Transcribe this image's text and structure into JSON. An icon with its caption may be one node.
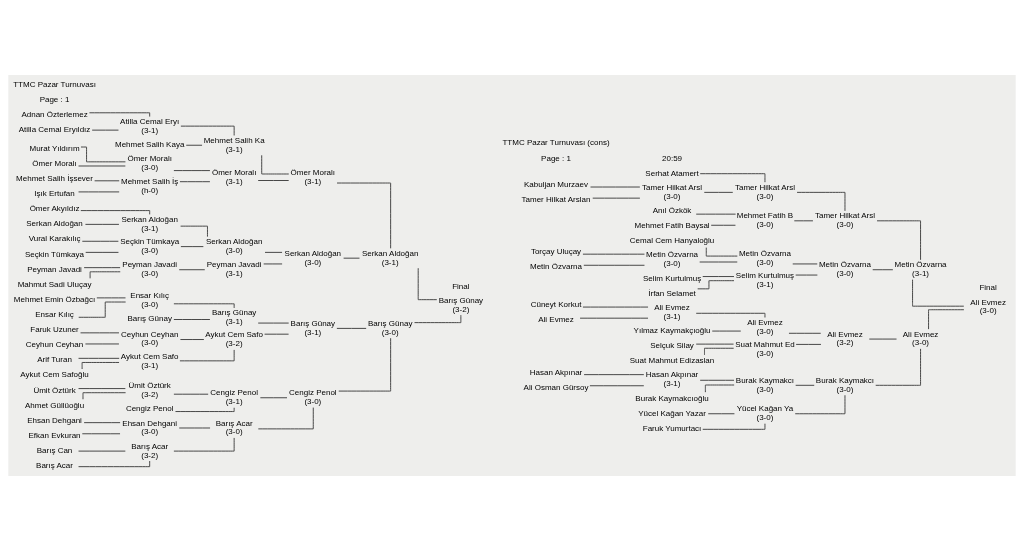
{
  "diagram": {
    "nodes": [
      {
        "text": [
          "Barış Günay"
        ]
      },
      {
        "text": [
          "Mehmet Emin Özbağcı"
        ]
      },
      {
        "text": [
          "Ensar Kılıç"
        ]
      },
      {
        "text": [
          "Ensar Kılıç"
        ],
        "beside": [
          "(3-0)"
        ]
      },
      {
        "text": [
          "Barış Günay"
        ],
        "beside": [
          "(3-1)"
        ]
      },
      {
        "text": [
          "Faruk Uzuner"
        ]
      },
      {
        "text": [
          "Ceyhun Ceyhan"
        ]
      },
      {
        "text": [
          "Ceyhun Ceyhan"
        ],
        "beside": [
          "(3-0)"
        ]
      },
      {
        "text": [
          "Arif Turan"
        ]
      },
      {
        "text": [
          "Aykut Cem Safoğlu"
        ]
      },
      {
        "text": [
          "Aykut Cem Safo"
        ],
        "beside": [
          "(3-1)"
        ]
      },
      {
        "text": [
          "Aykut Cem Safo"
        ],
        "beside": [
          "(3-2)"
        ]
      },
      {
        "text": [
          "Barış Günay"
        ],
        "beside": [
          "(3-1)"
        ]
      },
      {
        "text": [
          "Ehsan Dehgani"
        ]
      },
      {
        "text": [
          "Efkan Evkuran"
        ]
      },
      {
        "text": [
          "Ehsan Dehgani"
        ],
        "beside": [
          "(3-0)"
        ]
      },
      {
        "text": [
          "Barış Can"
        ]
      },
      {
        "text": [
          "Barış Acar"
        ]
      },
      {
        "text": [
          "Barış Acar"
        ],
        "beside": [
          "(3-2)"
        ]
      },
      {
        "text": [
          "Barış Acar"
        ],
        "beside": [
          "(3-0)"
        ]
      },
      {
        "text": [
          "Ümit Öztürk"
        ]
      },
      {
        "text": [
          "Ahmet Güllüoğlu"
        ]
      },
      {
        "text": [
          "Ümit Öztürk"
        ],
        "beside": [
          "(3-2)"
        ]
      },
      {
        "text": [
          "Cengiz Penol"
        ]
      },
      {
        "text": [
          "Cengiz Penol"
        ],
        "beside": [
          "(3-1)"
        ]
      },
      {
        "text": [
          "Cengiz Penol"
        ],
        "beside": [
          "(3-0)"
        ]
      },
      {
        "text": [
          "Barış Günay"
        ],
        "beside": [
          "(3-0)"
        ]
      },
      {
        "text": [
          "Mehmet Salih Kaya"
        ]
      },
      {
        "text": [
          "Adnan Özterlemez"
        ]
      },
      {
        "text": [
          "Atilla Cemal Eryıldız"
        ]
      },
      {
        "text": [
          "Atilla Cemal Eryı"
        ],
        "beside": [
          "(3-1)"
        ]
      },
      {
        "text": [
          "Mehmet Salih Ka"
        ],
        "beside": [
          "(3-1)"
        ]
      },
      {
        "text": [
          "Mehmet Salih İşsever"
        ]
      },
      {
        "text": [
          "Işık Ertufan"
        ]
      },
      {
        "text": [
          "Mehmet Salih İş"
        ],
        "beside": [
          "(h-0)"
        ]
      },
      {
        "text": [
          "Murat Yıldırım"
        ]
      },
      {
        "text": [
          "Ömer Moralı"
        ]
      },
      {
        "text": [
          "Ömer Moralı"
        ],
        "beside": [
          "(3-0)"
        ]
      },
      {
        "text": [
          "Ömer Moralı"
        ],
        "beside": [
          "(3-1)"
        ]
      },
      {
        "text": [
          "Ömer Moralı"
        ],
        "beside": [
          "(3-1)"
        ]
      },
      {
        "text": [
          "Vural Karakılıç"
        ]
      },
      {
        "text": [
          "Seçkin Tümkaya"
        ]
      },
      {
        "text": [
          "Seçkin Tümkaya"
        ],
        "beside": [
          "(3-0)"
        ]
      },
      {
        "text": [
          "Ömer Akyıldız"
        ]
      },
      {
        "text": [
          "Serkan Aldoğan"
        ]
      },
      {
        "text": [
          "Serkan Aldoğan"
        ],
        "beside": [
          "(3-1)"
        ]
      },
      {
        "text": [
          "Serkan Aldoğan"
        ],
        "beside": [
          "(3-0)"
        ]
      },
      {
        "text": [
          "Peyman Javadi"
        ]
      },
      {
        "text": [
          "Mahmut Sadi Uluçay"
        ]
      },
      {
        "text": [
          "Peyman Javadi"
        ],
        "beside": [
          "(3-0)"
        ]
      },
      {
        "text": [
          "Peyman Javadi"
        ],
        "beside": [
          "(3-1)"
        ]
      },
      {
        "text": [
          "Serkan Aldoğan"
        ],
        "beside": [
          "(3-0)"
        ]
      },
      {
        "text": [
          "Serkan Aldoğan"
        ],
        "beside": [
          "(3-1)"
        ]
      },
      {
        "text": [
          "Barış Günay"
        ],
        "beside": [
          "(3-2)"
        ]
      },
      {
        "text": [
          "Yılmaz Kaymakçıoğlu"
        ]
      },
      {
        "text": [
          "Cüneyt Korkut"
        ]
      },
      {
        "text": [
          "Ali Evmez"
        ]
      },
      {
        "text": [
          "Ali Evmez"
        ],
        "beside": [
          "(3-1)"
        ]
      },
      {
        "text": [
          "Ali Evmez"
        ],
        "beside": [
          "(3-0)"
        ]
      },
      {
        "text": [
          "Selçuk Silay"
        ]
      },
      {
        "text": [
          "Suat Mahmut Edizaslan"
        ]
      },
      {
        "text": [
          "Suat Mahmut Ed"
        ],
        "beside": [
          "(3-0)"
        ]
      },
      {
        "text": [
          "Ali Evmez"
        ],
        "beside": [
          "(3-2)"
        ]
      },
      {
        "text": [
          "Yücel Kağan Yazar"
        ]
      },
      {
        "text": [
          "Faruk Yumurtacı"
        ]
      },
      {
        "text": [
          "Yücel Kağan Ya"
        ],
        "beside": [
          "(3-0)"
        ]
      },
      {
        "text": [
          "Hasan Akpınar"
        ]
      },
      {
        "text": [
          "Ali Osman Gürsoy"
        ]
      },
      {
        "text": [
          "Hasan Akpınar"
        ],
        "beside": [
          "(3-1)"
        ]
      },
      {
        "text": [
          "Burak Kaymakcıoğlu"
        ]
      },
      {
        "text": [
          "Burak Kaymakcı"
        ],
        "beside": [
          "(3-0)"
        ]
      },
      {
        "text": [
          "Burak Kaymakcı"
        ],
        "beside": [
          "(3-0)"
        ]
      },
      {
        "text": [
          "Ali Evmez"
        ],
        "beside": [
          "(3-0)"
        ]
      },
      {
        "text": [
          "Serhat Atamert"
        ]
      },
      {
        "text": [
          "Kabuljan Murzaev"
        ]
      },
      {
        "text": [
          "Tamer Hilkat Arslan"
        ]
      },
      {
        "text": [
          "Tamer Hilkat Arsl"
        ],
        "beside": [
          "(3-0)"
        ]
      },
      {
        "text": [
          "Tamer Hilkat Arsl"
        ],
        "beside": [
          "(3-0)"
        ]
      },
      {
        "text": [
          "Anıl Özkök"
        ]
      },
      {
        "text": [
          "Mehmet Fatih Baysal"
        ]
      },
      {
        "text": [
          "Mehmet Fatih B"
        ],
        "beside": [
          "(3-0)"
        ]
      },
      {
        "text": [
          "Tamer Hilkat Arsl"
        ],
        "beside": [
          "(3-0)"
        ]
      },
      {
        "text": [
          "Cemal Cem Hanyaloğlu"
        ]
      },
      {
        "text": [
          "Torçay Uluçay"
        ]
      },
      {
        "text": [
          "Metin Özvarna"
        ]
      },
      {
        "text": [
          "Metin Özvarna"
        ],
        "beside": [
          "(3-0)"
        ]
      },
      {
        "text": [
          "Metin Özvarna"
        ],
        "beside": [
          "(3-0)"
        ]
      },
      {
        "text": [
          "Selim Kurtulmuş"
        ]
      },
      {
        "text": [
          "İrfan Selamet"
        ]
      },
      {
        "text": [
          "Selim Kurtulmuş"
        ],
        "beside": [
          "(3-1)"
        ]
      },
      {
        "text": [
          "Metin Özvarna"
        ],
        "beside": [
          "(3-0)"
        ]
      },
      {
        "text": [
          "Metin Özvarna"
        ],
        "beside": [
          "(3-1)"
        ]
      },
      {
        "text": [
          "Ali Evmez"
        ],
        "beside": [
          "(3-0)"
        ]
      }
    ],
    "edges": [
      {
        "from": 0,
        "to": 4,
        "arrow": "none"
      },
      {
        "from": 3,
        "to": 4,
        "arrow": "none"
      },
      {
        "from": 1,
        "to": 3,
        "arrow": "none"
      },
      {
        "from": 2,
        "to": 3,
        "arrow": "none"
      },
      {
        "from": 5,
        "to": 7,
        "arrow": "none"
      },
      {
        "from": 6,
        "to": 7,
        "arrow": "none"
      },
      {
        "from": 8,
        "to": 10,
        "arrow": "none"
      },
      {
        "from": 9,
        "to": 10,
        "arrow": "none"
      },
      {
        "from": 7,
        "to": 11,
        "arrow": "none"
      },
      {
        "from": 10,
        "to": 11,
        "arrow": "none"
      },
      {
        "from": 4,
        "to": 12,
        "arrow": "none"
      },
      {
        "from": 11,
        "to": 12,
        "arrow": "none"
      },
      {
        "from": 13,
        "to": 15,
        "arrow": "none"
      },
      {
        "from": 14,
        "to": 15,
        "arrow": "none"
      },
      {
        "from": 16,
        "to": 18,
        "arrow": "none"
      },
      {
        "from": 17,
        "to": 18,
        "arrow": "none"
      },
      {
        "from": 15,
        "to": 19,
        "arrow": "none"
      },
      {
        "from": 18,
        "to": 19,
        "arrow": "none"
      },
      {
        "from": 20,
        "to": 22,
        "arrow": "none"
      },
      {
        "from": 21,
        "to": 22,
        "arrow": "none"
      },
      {
        "from": 22,
        "to": 24,
        "arrow": "none"
      },
      {
        "from": 23,
        "to": 24,
        "arrow": "none"
      },
      {
        "from": 19,
        "to": 25,
        "arrow": "none"
      },
      {
        "from": 24,
        "to": 25,
        "arrow": "none"
      },
      {
        "from": 12,
        "to": 26,
        "arrow": "none"
      },
      {
        "from": 25,
        "to": 26,
        "arrow": "none"
      },
      {
        "from": 27,
        "to": 31,
        "arrow": "none"
      },
      {
        "from": 30,
        "to": 31,
        "arrow": "none"
      },
      {
        "from": 28,
        "to": 30,
        "arrow": "none"
      },
      {
        "from": 29,
        "to": 30,
        "arrow": "none"
      },
      {
        "from": 32,
        "to": 34,
        "arrow": "none"
      },
      {
        "from": 33,
        "to": 34,
        "arrow": "none"
      },
      {
        "from": 35,
        "to": 37,
        "arrow": "none"
      },
      {
        "from": 36,
        "to": 37,
        "arrow": "none"
      },
      {
        "from": 34,
        "to": 38,
        "arrow": "none"
      },
      {
        "from": 37,
        "to": 38,
        "arrow": "none"
      },
      {
        "from": 31,
        "to": 39,
        "arrow": "none"
      },
      {
        "from": 38,
        "to": 39,
        "arrow": "none"
      },
      {
        "from": 40,
        "to": 42,
        "arrow": "none"
      },
      {
        "from": 41,
        "to": 42,
        "arrow": "none"
      },
      {
        "from": 43,
        "to": 45,
        "arrow": "none"
      },
      {
        "from": 44,
        "to": 45,
        "arrow": "none"
      },
      {
        "from": 42,
        "to": 46,
        "arrow": "none"
      },
      {
        "from": 45,
        "to": 46,
        "arrow": "none"
      },
      {
        "from": 47,
        "to": 49,
        "arrow": "none"
      },
      {
        "from": 48,
        "to": 49,
        "arrow": "none"
      },
      {
        "from": 49,
        "to": 50,
        "arrow": "none"
      },
      {
        "from": 46,
        "to": 51,
        "arrow": "none"
      },
      {
        "from": 50,
        "to": 51,
        "arrow": "none"
      },
      {
        "from": 39,
        "to": 52,
        "arrow": "none"
      },
      {
        "from": 51,
        "to": 52,
        "arrow": "none"
      },
      {
        "from": 26,
        "to": 53,
        "arrow": "none"
      },
      {
        "from": 52,
        "to": 53,
        "arrow": "none"
      },
      {
        "from": 55,
        "to": 57,
        "arrow": "none"
      },
      {
        "from": 56,
        "to": 57,
        "arrow": "none"
      },
      {
        "from": 54,
        "to": 58,
        "arrow": "none"
      },
      {
        "from": 57,
        "to": 58,
        "arrow": "none"
      },
      {
        "from": 59,
        "to": 61,
        "arrow": "none"
      },
      {
        "from": 60,
        "to": 61,
        "arrow": "none"
      },
      {
        "from": 58,
        "to": 62,
        "arrow": "none"
      },
      {
        "from": 61,
        "to": 62,
        "arrow": "none"
      },
      {
        "from": 63,
        "to": 65,
        "arrow": "none"
      },
      {
        "from": 64,
        "to": 65,
        "arrow": "none"
      },
      {
        "from": 66,
        "to": 68,
        "arrow": "none"
      },
      {
        "from": 67,
        "to": 68,
        "arrow": "none"
      },
      {
        "from": 68,
        "to": 70,
        "arrow": "none"
      },
      {
        "from": 69,
        "to": 70,
        "arrow": "none"
      },
      {
        "from": 65,
        "to": 71,
        "arrow": "none"
      },
      {
        "from": 70,
        "to": 71,
        "arrow": "none"
      },
      {
        "from": 62,
        "to": 72,
        "arrow": "none"
      },
      {
        "from": 71,
        "to": 72,
        "arrow": "none"
      },
      {
        "from": 74,
        "to": 76,
        "arrow": "none"
      },
      {
        "from": 75,
        "to": 76,
        "arrow": "none"
      },
      {
        "from": 73,
        "to": 77,
        "arrow": "none"
      },
      {
        "from": 76,
        "to": 77,
        "arrow": "none"
      },
      {
        "from": 78,
        "to": 80,
        "arrow": "none"
      },
      {
        "from": 79,
        "to": 80,
        "arrow": "none"
      },
      {
        "from": 77,
        "to": 81,
        "arrow": "none"
      },
      {
        "from": 80,
        "to": 81,
        "arrow": "none"
      },
      {
        "from": 83,
        "to": 85,
        "arrow": "none"
      },
      {
        "from": 84,
        "to": 85,
        "arrow": "none"
      },
      {
        "from": 82,
        "to": 86,
        "arrow": "none"
      },
      {
        "from": 85,
        "to": 86,
        "arrow": "none"
      },
      {
        "from": 87,
        "to": 89,
        "arrow": "none"
      },
      {
        "from": 88,
        "to": 89,
        "arrow": "none"
      },
      {
        "from": 86,
        "to": 90,
        "arrow": "none"
      },
      {
        "from": 89,
        "to": 90,
        "arrow": "none"
      },
      {
        "from": 81,
        "to": 91,
        "arrow": "none"
      },
      {
        "from": 90,
        "to": 91,
        "arrow": "none"
      },
      {
        "from": 72,
        "to": 92,
        "arrow": "none"
      },
      {
        "from": 91,
        "to": 92,
        "arrow": "none"
      }
    ],
    "labels": [
      "TTMC Pazar Turnuvası",
      "Page : 1",
      "TTMC Pazar Turnuvası (cons)",
      "Page : 1",
      "20:59",
      "Final",
      "Final"
    ]
  }
}
